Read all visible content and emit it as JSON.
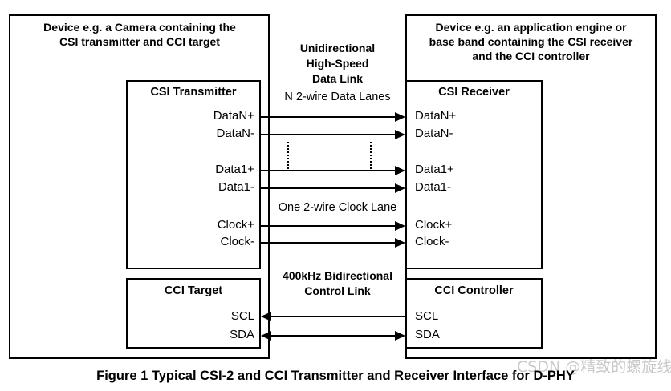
{
  "figure": {
    "caption": "Figure 1 Typical CSI-2 and CCI Transmitter and Receiver Interface for D-PHY",
    "watermark": "CSDN @精致的螺旋线",
    "colors": {
      "stroke": "#000000",
      "background": "#ffffff",
      "watermark": "#c9c9c9"
    }
  },
  "left_device": {
    "title_line1": "Device e.g. a Camera containing the",
    "title_line2": "CSI transmitter and CCI target",
    "csi_transmitter": {
      "title": "CSI Transmitter",
      "pins": [
        "DataN+",
        "DataN-",
        "Data1+",
        "Data1-",
        "Clock+",
        "Clock-"
      ]
    },
    "cci_target": {
      "title": "CCI Target",
      "pins": [
        "SCL",
        "SDA"
      ]
    }
  },
  "right_device": {
    "title_line1": "Device e.g. an application engine or",
    "title_line2": "base band containing the CSI receiver",
    "title_line3": "and the CCI controller",
    "csi_receiver": {
      "title": "CSI Receiver",
      "pins": [
        "DataN+",
        "DataN-",
        "Data1+",
        "Data1-",
        "Clock+",
        "Clock-"
      ]
    },
    "cci_controller": {
      "title": "CCI Controller",
      "pins": [
        "SCL",
        "SDA"
      ]
    }
  },
  "links": {
    "data_link": {
      "label_line1": "Unidirectional",
      "label_line2": "High-Speed",
      "label_line3": "Data  Link",
      "lanes_label": "N 2-wire Data Lanes",
      "clock_lane_label": "One 2-wire Clock Lane"
    },
    "control_link": {
      "label_line1": "400kHz Bidirectional",
      "label_line2": "Control Link"
    }
  }
}
